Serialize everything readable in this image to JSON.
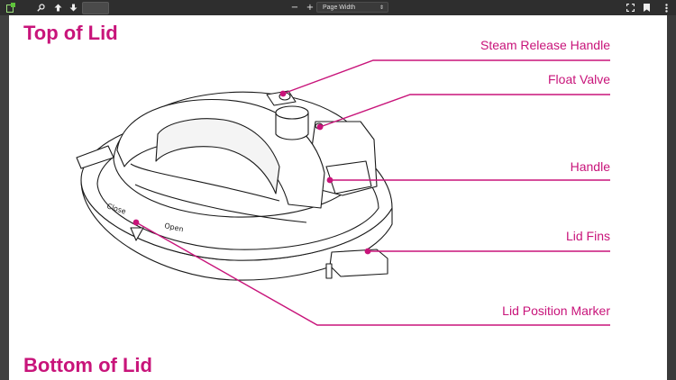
{
  "toolbar": {
    "zoom_out_label": "−",
    "zoom_in_label": "+",
    "zoom_mode": "Page Width",
    "zoom_arrow": "⇕"
  },
  "document": {
    "top_title": "Top of Lid",
    "bottom_title": "Bottom of Lid",
    "callouts": [
      "Steam Release Handle",
      "Float Valve",
      "Handle",
      "Lid Fins",
      "Lid Position Marker"
    ],
    "lid_text_close": "Close",
    "lid_text_open": "Open"
  },
  "colors": {
    "accent": "#c8147a",
    "toolbar_bg": "#2e2e2e",
    "page_bg": "#ffffff"
  }
}
